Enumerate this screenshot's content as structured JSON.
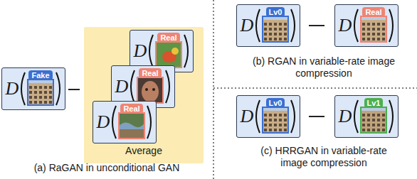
{
  "diagram": {
    "nodes": [
      {
        "text": [
          "D",
          "Fake"
        ]
      },
      {
        "text": [
          "Average"
        ]
      },
      {
        "text": [
          "D",
          "Real"
        ],
        "in": 1
      },
      {
        "text": [
          "D",
          "Real"
        ],
        "in": 1
      },
      {
        "text": [
          "D",
          "Real"
        ],
        "in": 1
      },
      {
        "text": [
          "D",
          "Lv0"
        ]
      },
      {
        "text": [
          "D",
          "Real"
        ]
      },
      {
        "text": [
          "D",
          "Lv0"
        ]
      },
      {
        "text": [
          "D",
          "Lv1"
        ]
      }
    ],
    "labels": [
      "(a) RaGAN in unconditional GAN",
      "(b) RGAN in variable-rate image compression",
      "(c) HRRGAN in variable-rate image compression"
    ]
  }
}
